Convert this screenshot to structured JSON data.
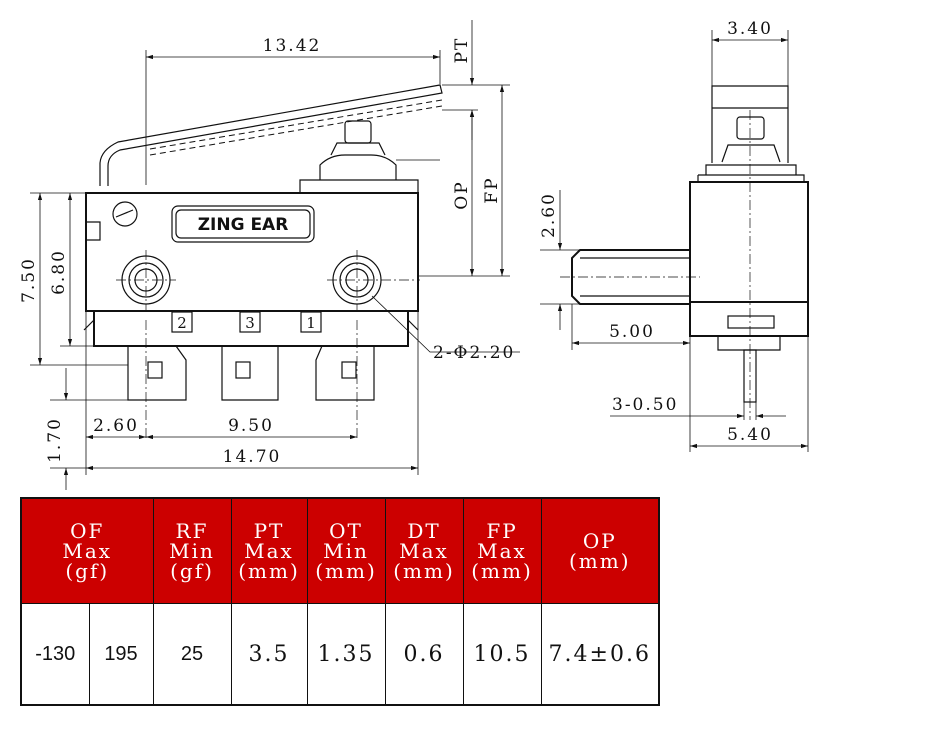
{
  "drawing": {
    "brand": "ZING EAR",
    "pins": [
      "2",
      "3",
      "1"
    ],
    "dims": {
      "overall_length_lever": "13.42",
      "pt": "PT",
      "op": "OP",
      "fp": "FP",
      "height_750": "7.50",
      "height_680": "6.80",
      "hole_dia": "2-Φ2.20",
      "offset_260": "2.60",
      "pitch_950": "9.50",
      "height_170": "1.70",
      "length_1470": "14.70",
      "width_340": "3.40",
      "height_260_side": "2.60",
      "width_500": "5.00",
      "pin_050": "3-0.50",
      "width_540": "5.40"
    }
  },
  "table": {
    "headers": [
      "OF\nMax\n(gf)",
      "RF\nMin\n(gf)",
      "PT\nMax\n(mm)",
      "OT\nMin\n(mm)",
      "DT\nMax\n(mm)",
      "FP\nMax\n(mm)",
      "OP\n(mm)"
    ],
    "values": [
      "-130",
      "195",
      "25",
      "3.5",
      "1.35",
      "0.6",
      "10.5",
      "7.4±0.6"
    ]
  },
  "colors": {
    "header_bg": "#cc0000",
    "header_text": "#ffffff",
    "line": "#111111"
  }
}
